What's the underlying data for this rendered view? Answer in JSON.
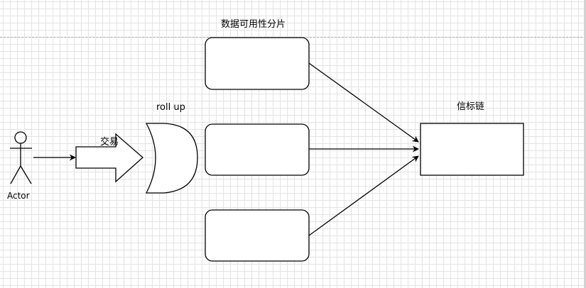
{
  "diagram": {
    "actor": {
      "label": "Actor"
    },
    "transaction": {
      "label": "交易"
    },
    "rollup": {
      "label": "roll up"
    },
    "shards": {
      "title": "数据可用性分片",
      "items": [
        "",
        "",
        ""
      ]
    },
    "beacon": {
      "label": "信标链"
    }
  },
  "colors": {
    "stroke": "#000000",
    "fill": "#ffffff",
    "grid": "#e3e3e3"
  }
}
